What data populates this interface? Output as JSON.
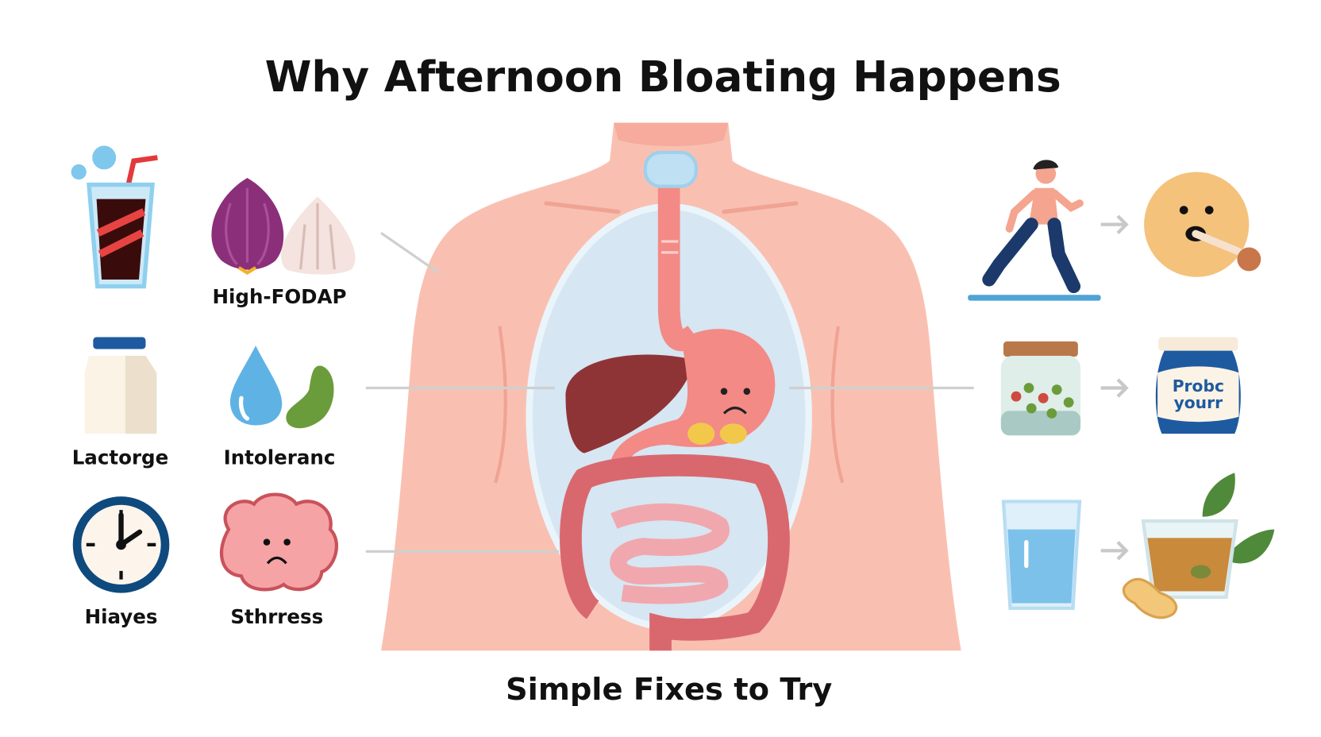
{
  "title": "Why Afternoon Bloating Happens",
  "causes": [
    {
      "label": "",
      "icon": "soda-cup-icon"
    },
    {
      "label": "High-FODAP",
      "icon": "onion-garlic-icon"
    },
    {
      "label": "Lactorge",
      "icon": "milk-carton-icon"
    },
    {
      "label": "Intoleranc",
      "icon": "drop-bean-icon"
    },
    {
      "label": "Hiayes",
      "icon": "clock-icon"
    },
    {
      "label": "Sthrress",
      "icon": "sad-brain-icon"
    }
  ],
  "fixes": [
    {
      "from": "walking-person-icon",
      "to": "chewing-slowly-face-icon"
    },
    {
      "from": "pickle-jar-icon",
      "to": "probiotic-yogurt-icon",
      "yogurt_text": [
        "Probc",
        "yourr"
      ]
    },
    {
      "from": "water-glass-icon",
      "to": "ginger-tea-icon"
    }
  ],
  "footer": "Simple Fixes to Try",
  "colors": {
    "skin": "#f9c0b1",
    "ribcage": "#d6e6f2",
    "liver": "#8f3436",
    "stomach": "#f38a86",
    "intestine": "#d9686e",
    "accent_blue": "#1e5aa0"
  }
}
